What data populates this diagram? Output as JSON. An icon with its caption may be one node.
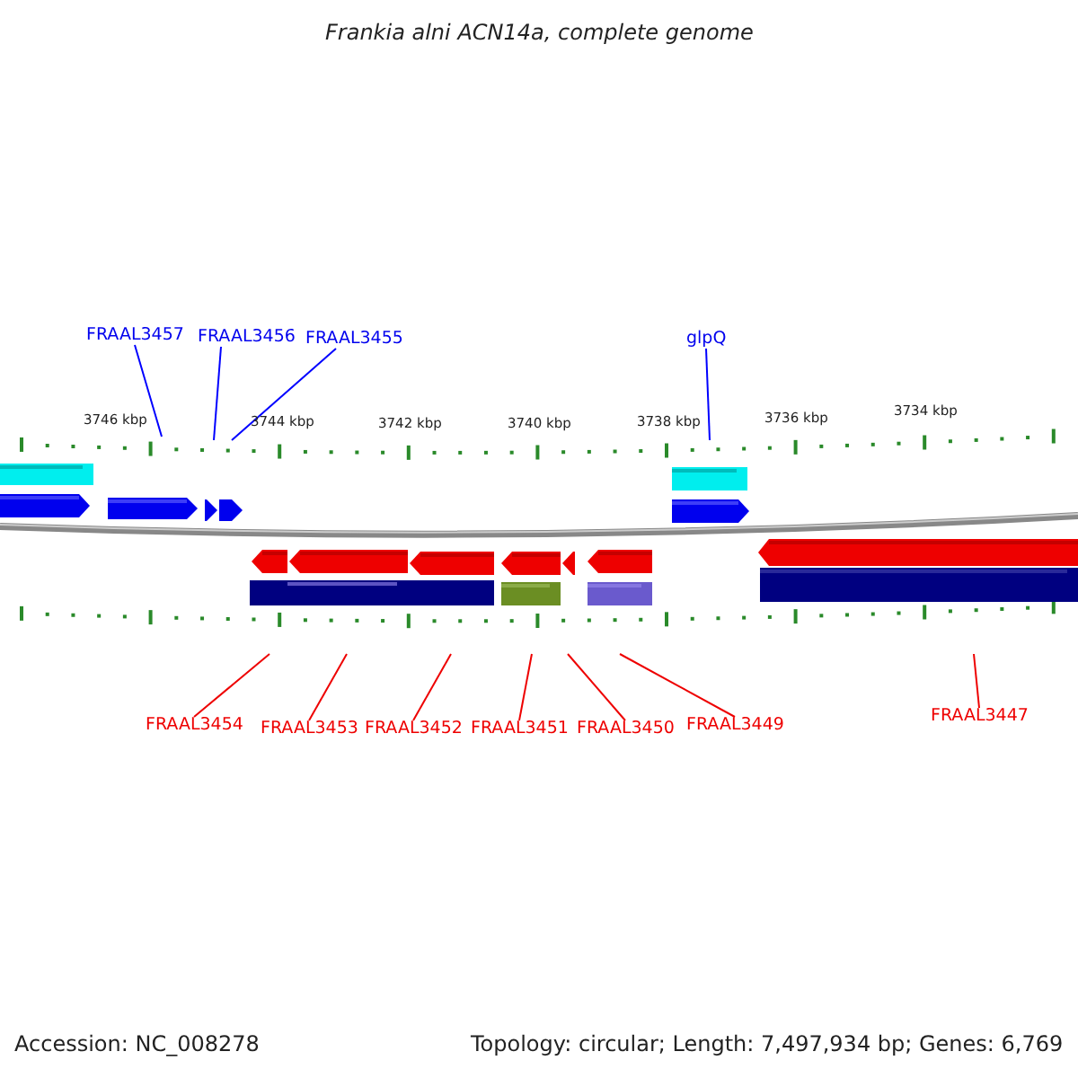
{
  "diagram": {
    "title": "Frankia alni ACN14a, complete genome",
    "nodes": [
      {
        "text": [
          "FRAAL3457"
        ]
      },
      {
        "text": [
          "FRAAL3456"
        ]
      },
      {
        "text": [
          "FRAAL3455"
        ]
      },
      {
        "text": [
          "glpQ"
        ]
      },
      {
        "text": [
          "FRAAL3454"
        ]
      },
      {
        "text": [
          "FRAAL3453"
        ]
      },
      {
        "text": [
          "FRAAL3452"
        ]
      },
      {
        "text": [
          "FRAAL3451"
        ]
      },
      {
        "text": [
          "FRAAL3450"
        ]
      },
      {
        "text": [
          "FRAAL3449"
        ]
      },
      {
        "text": [
          "FRAAL3447"
        ]
      }
    ],
    "edges": [
      {
        "from": 0,
        "to": null,
        "arrow": "none",
        "color": "#0000ff"
      },
      {
        "from": 1,
        "to": null,
        "arrow": "none",
        "color": "#0000ff"
      },
      {
        "from": 2,
        "to": null,
        "arrow": "none",
        "color": "#0000ff"
      },
      {
        "from": 3,
        "to": null,
        "arrow": "none",
        "color": "#0000ff"
      },
      {
        "from": 4,
        "to": null,
        "arrow": "none"
      },
      {
        "from": 5,
        "to": null,
        "arrow": "none"
      },
      {
        "from": 6,
        "to": null,
        "arrow": "none"
      },
      {
        "from": 7,
        "to": null,
        "arrow": "none"
      },
      {
        "from": 8,
        "to": null,
        "arrow": "none"
      },
      {
        "from": 9,
        "to": null,
        "arrow": "none"
      },
      {
        "from": 10,
        "to": null,
        "arrow": "none"
      }
    ],
    "labels": [
      "3746 kbp",
      "3744 kbp",
      "3742 kbp",
      "3740 kbp",
      "3738 kbp",
      "3736 kbp",
      "3734 kbp",
      "Accession: NC_008278",
      "Topology: circular; Length: 7,497,934 bp; Genes: 6,769"
    ]
  }
}
